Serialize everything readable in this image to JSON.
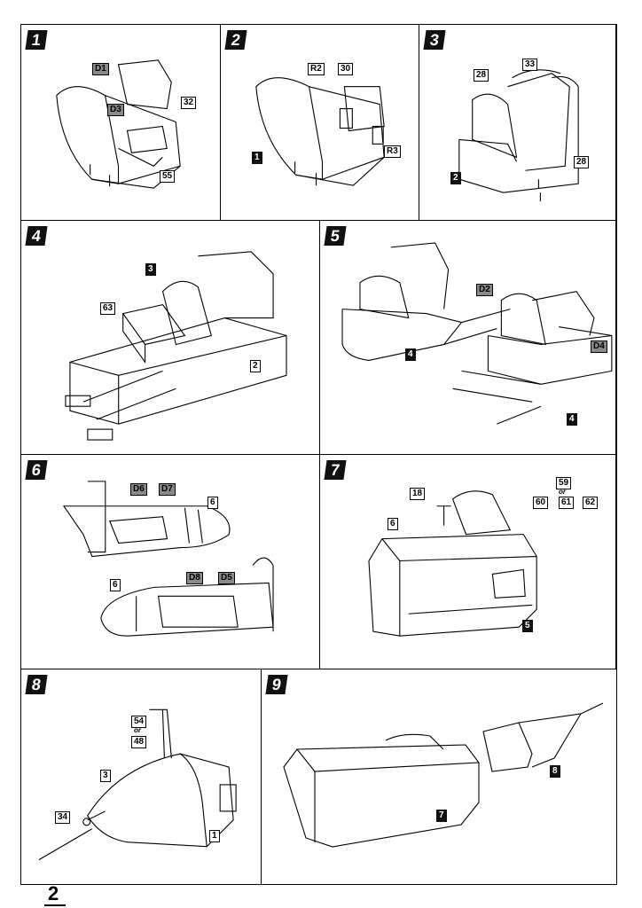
{
  "page_number": "2",
  "steps": [
    {
      "number": "1",
      "labels": [
        "D1",
        "32",
        "D3",
        "55"
      ]
    },
    {
      "number": "2",
      "labels": [
        "R2",
        "30",
        "1",
        "R3"
      ]
    },
    {
      "number": "3",
      "labels": [
        "33",
        "28",
        "28",
        "2"
      ]
    },
    {
      "number": "4",
      "labels": [
        "3",
        "63",
        "2"
      ]
    },
    {
      "number": "5",
      "labels": [
        "D2",
        "4",
        "D4",
        "4"
      ]
    },
    {
      "number": "6",
      "labels": [
        "D6",
        "D7",
        "6",
        "6",
        "D8",
        "D5"
      ]
    },
    {
      "number": "7",
      "labels": [
        "18",
        "59",
        "60",
        "61",
        "62",
        "6",
        "5"
      ],
      "or_text": "or"
    },
    {
      "number": "8",
      "labels": [
        "54",
        "48",
        "3",
        "34",
        "1"
      ],
      "or_text": "or"
    },
    {
      "number": "9",
      "labels": [
        "8",
        "7"
      ]
    }
  ],
  "colors": {
    "line": "#000000",
    "decal_tag": "#8a8a8a",
    "step_badge": "#111111"
  }
}
